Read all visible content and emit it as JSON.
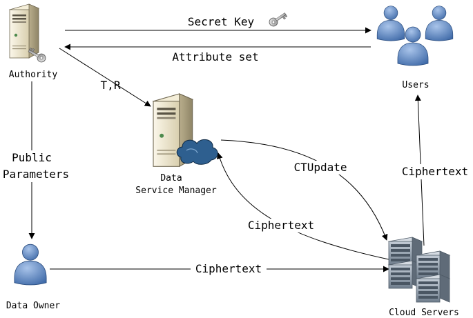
{
  "nodes": {
    "authority": {
      "label": "Authority"
    },
    "users": {
      "label": "Users"
    },
    "data_service_manager": {
      "label_line1": "Data",
      "label_line2": "Service Manager"
    },
    "data_owner": {
      "label": "Data Owner"
    },
    "cloud_servers": {
      "label": "Cloud Servers"
    }
  },
  "edges": {
    "secret_key": "Secret Key",
    "attribute_set": "Attribute set",
    "t_r": "T,R",
    "public_parameters_line1": "Public",
    "public_parameters_line2": "Parameters",
    "ctupdate": "CTUpdate",
    "ciphertext_to_manager": "Ciphertext",
    "ciphertext_owner_to_cloud": "Ciphertext",
    "ciphertext_cloud_to_users": "Ciphertext"
  },
  "icons": {
    "key_icon": "key-icon",
    "server_icon": "server-icon",
    "users_icon": "users-icon",
    "person_icon": "person-icon",
    "cloud_icon": "cloud-icon",
    "rack_icon": "rack-server-icon"
  },
  "colors": {
    "person_blue": "#5b86c4",
    "server_beige": "#ece4cc",
    "rack_gray": "#8b98a6",
    "cloud_blue": "#2e5f8f"
  }
}
